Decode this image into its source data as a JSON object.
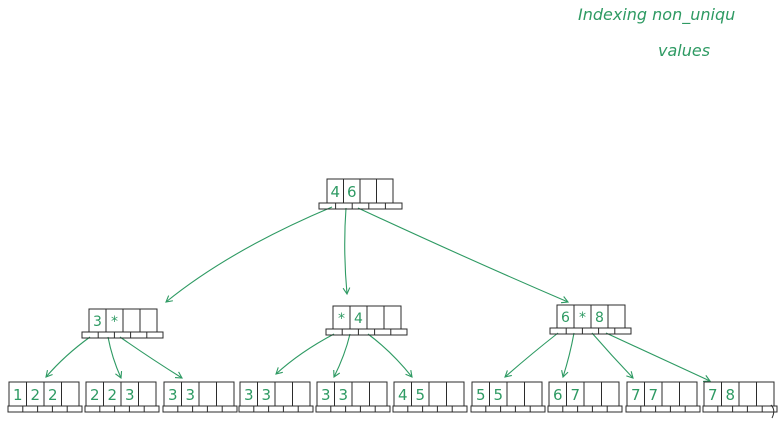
{
  "title_lines": [
    "Indexing non_uniqu",
    "values"
  ],
  "colors": {
    "ink": "#2b2b2b",
    "green": "#2e9a63",
    "background": "#ffffff"
  },
  "tree": {
    "root": {
      "keys": [
        "4",
        "6",
        "",
        ""
      ]
    },
    "internal": [
      {
        "keys": [
          "3",
          "*",
          "",
          ""
        ]
      },
      {
        "keys": [
          "*",
          "4",
          "",
          ""
        ]
      },
      {
        "keys": [
          "6",
          "*",
          "8",
          ""
        ]
      }
    ],
    "leaves": [
      {
        "keys": [
          "1",
          "2",
          "2",
          ""
        ]
      },
      {
        "keys": [
          "2",
          "2",
          "3",
          ""
        ]
      },
      {
        "keys": [
          "3",
          "3",
          "",
          ""
        ]
      },
      {
        "keys": [
          "3",
          "3",
          "",
          ""
        ]
      },
      {
        "keys": [
          "3",
          "3",
          "",
          ""
        ]
      },
      {
        "keys": [
          "4",
          "5",
          "",
          ""
        ]
      },
      {
        "keys": [
          "5",
          "5",
          "",
          ""
        ]
      },
      {
        "keys": [
          "6",
          "7",
          "",
          ""
        ]
      },
      {
        "keys": [
          "7",
          "7",
          "",
          ""
        ]
      },
      {
        "keys": [
          "7",
          "8",
          "",
          ""
        ]
      }
    ]
  }
}
